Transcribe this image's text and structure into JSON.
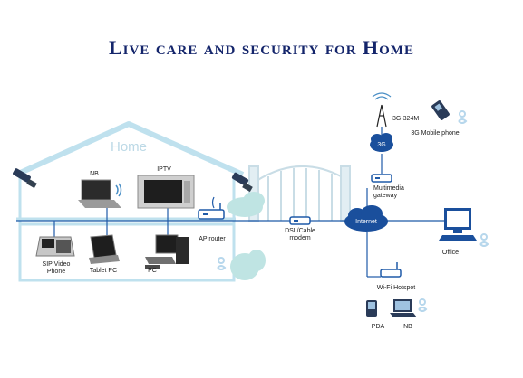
{
  "title": "Live care and security for Home",
  "colors": {
    "line": "#1f5aa8",
    "house": "#bfe1ee",
    "cloud": "#1a4f9c",
    "mint": "#bfe4e3"
  },
  "zones": {
    "home": "Home"
  },
  "clouds": {
    "mobile": "3G",
    "internet": "Internet"
  },
  "devices": {
    "nb_home": "NB",
    "iptv": "IPTV",
    "sip_phone": [
      "SIP Video",
      "Phone"
    ],
    "tablet_pc": "Tablet PC",
    "pc": "PC",
    "ap_router": "AP router",
    "modem": [
      "DSL/Cable",
      "modem"
    ],
    "tower": "3G-324M",
    "mobile_phone": "3G Mobile phone",
    "gateway": [
      "Multimedia",
      "gateway"
    ],
    "office": "Office",
    "hotspot": "Wi-Fi Hotspot",
    "pda": "PDA",
    "nb_hotspot": "NB"
  }
}
